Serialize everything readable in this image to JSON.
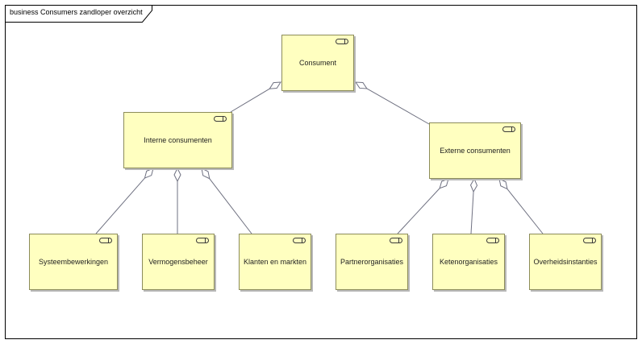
{
  "diagram": {
    "title": "business Consumers zandloper overzicht",
    "colors": {
      "element_fill": "#ffffc0",
      "element_border": "#8c8c5a",
      "connector": "#6e7080",
      "frame": "#000000"
    },
    "elements": [
      {
        "id": "consument",
        "label": "Consument"
      },
      {
        "id": "interne",
        "label": "Interne consumenten"
      },
      {
        "id": "externe",
        "label": "Externe consumenten"
      },
      {
        "id": "systeem",
        "label": "Systeembewerkingen"
      },
      {
        "id": "vermogen",
        "label": "Vermogensbeheer"
      },
      {
        "id": "klanten",
        "label": "Klanten en markten"
      },
      {
        "id": "partner",
        "label": "Partnerorganisaties"
      },
      {
        "id": "keten",
        "label": "Ketenorganisaties"
      },
      {
        "id": "overheid",
        "label": "Overheidsinstanties"
      }
    ],
    "aggregations": [
      {
        "whole": "consument",
        "part": "interne"
      },
      {
        "whole": "consument",
        "part": "externe"
      },
      {
        "whole": "interne",
        "part": "systeem"
      },
      {
        "whole": "interne",
        "part": "vermogen"
      },
      {
        "whole": "interne",
        "part": "klanten"
      },
      {
        "whole": "externe",
        "part": "partner"
      },
      {
        "whole": "externe",
        "part": "keten"
      },
      {
        "whole": "externe",
        "part": "overheid"
      }
    ]
  }
}
